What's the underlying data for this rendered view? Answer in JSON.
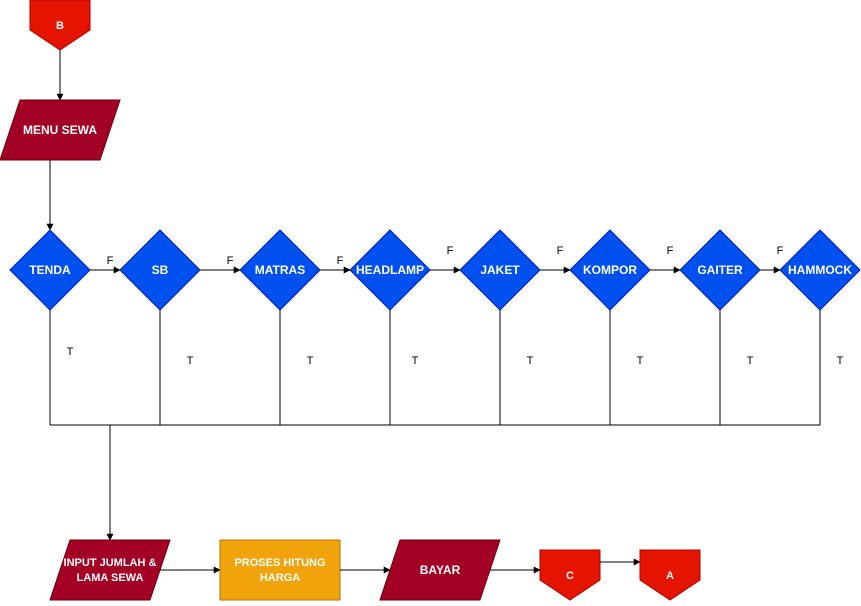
{
  "colors": {
    "connector_red": "#e51400",
    "io_crimson": "#a20025",
    "decision_blue": "#0050ef",
    "process_orange": "#f0a30a",
    "line": "#000000"
  },
  "nodes": {
    "start_connector": "B",
    "menu": "MENU SEWA",
    "decisions": [
      "TENDA",
      "SB",
      "MATRAS",
      "HEADLAMP",
      "JAKET",
      "KOMPOR",
      "GAITER",
      "HAMMOCK"
    ],
    "input": [
      "INPUT JUMLAH &",
      "LAMA SEWA"
    ],
    "process": [
      "PROSES HITUNG",
      "HARGA"
    ],
    "pay": "BAYAR",
    "connector_c": "C",
    "connector_a": "A"
  },
  "edge_labels": {
    "false": "F",
    "true": "T"
  }
}
